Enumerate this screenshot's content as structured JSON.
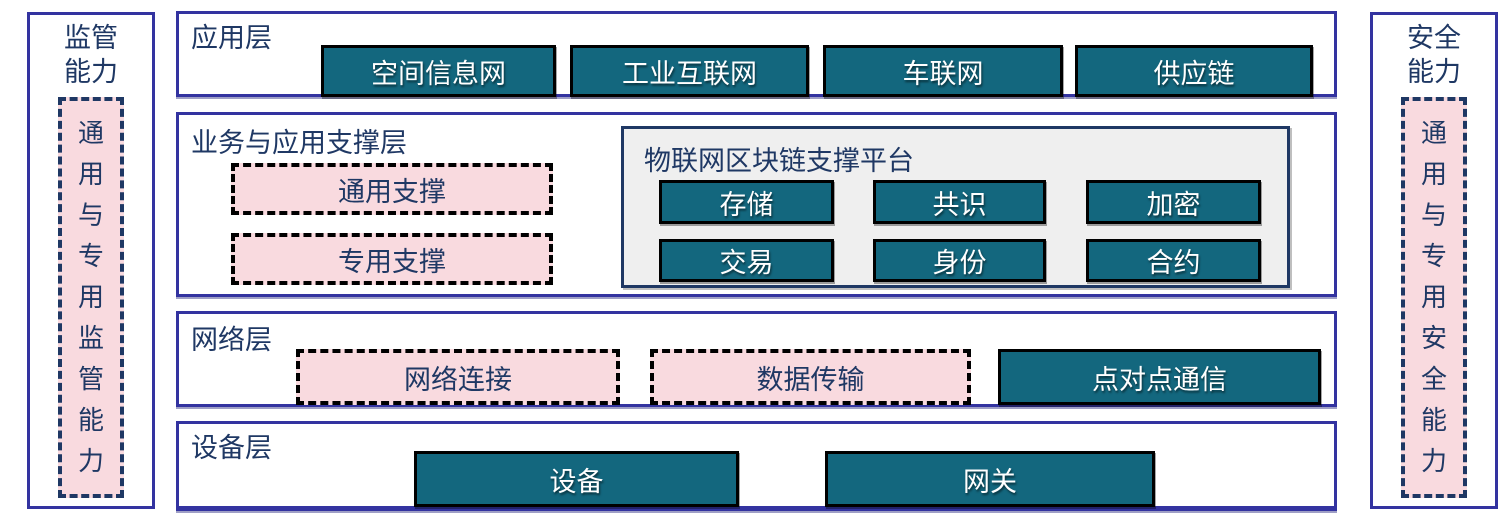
{
  "colors": {
    "teal_fill": "#13677E",
    "pink_fill": "#F9DADF",
    "navy_text": "#1F3864",
    "indigo_border": "#3333A0",
    "panel_grey": "#EFEFEF",
    "box_border": "#000000",
    "box_text_white": "#FFFFFF"
  },
  "sidebar_left": {
    "title": "监管能力",
    "body": "通用与专用监管能力"
  },
  "sidebar_right": {
    "title": "安全能力",
    "body": "通用与专用安全能力"
  },
  "application_layer": {
    "label": "应用层",
    "items": [
      "空间信息网",
      "工业互联网",
      "车联网",
      "供应链"
    ]
  },
  "support_layer": {
    "label": "业务与应用支撑层",
    "dashed_items": [
      "通用支撑",
      "专用支撑"
    ],
    "platform": {
      "title": "物联网区块链支撑平台",
      "items": [
        "存储",
        "共识",
        "加密",
        "交易",
        "身份",
        "合约"
      ]
    }
  },
  "network_layer": {
    "label": "网络层",
    "dashed_items": [
      "网络连接",
      "数据传输"
    ],
    "solid_item": "点对点通信"
  },
  "device_layer": {
    "label": "设备层",
    "items": [
      "设备",
      "网关"
    ]
  }
}
